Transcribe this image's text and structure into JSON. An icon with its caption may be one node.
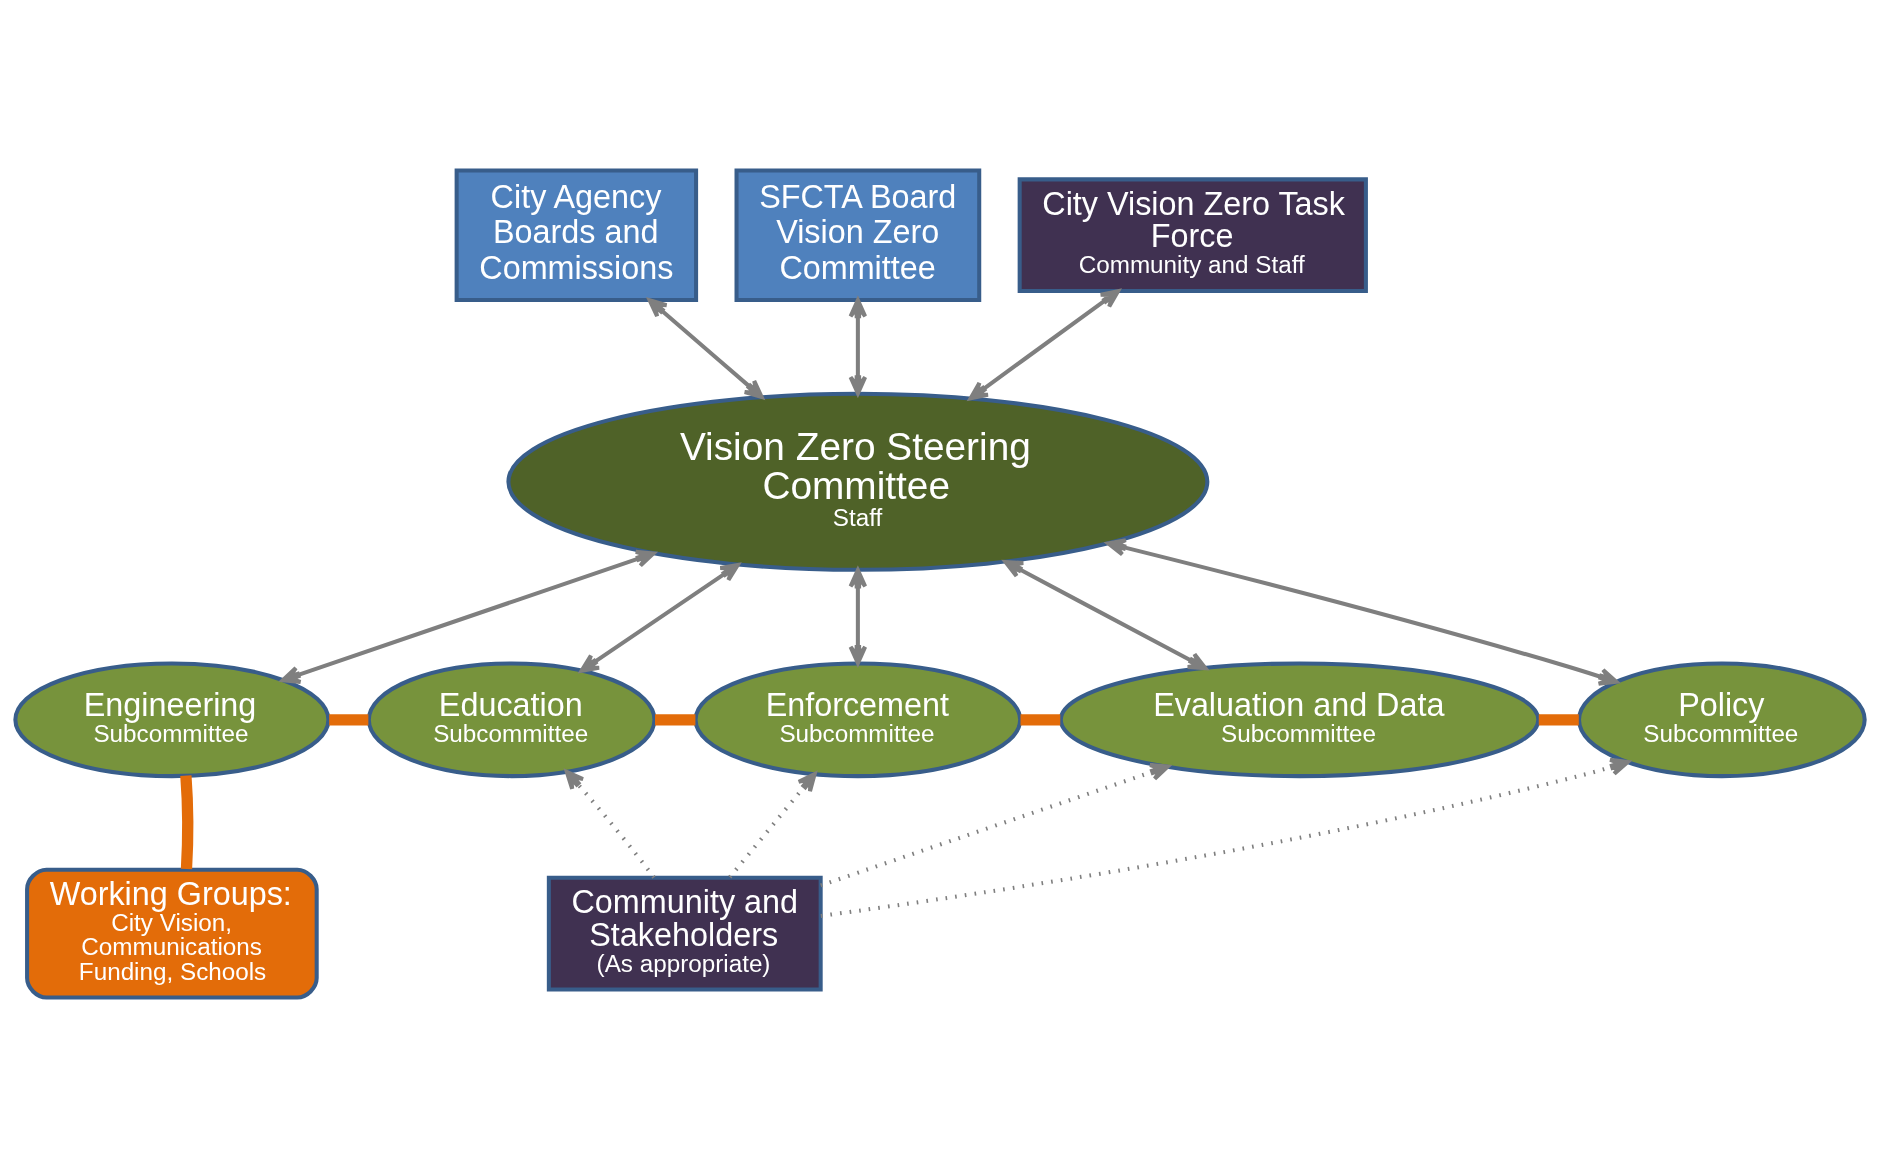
{
  "diagram": {
    "nodes": [
      {
        "text": [
          "City Agency Boards and Commissions"
        ]
      },
      {
        "text": [
          "SFCTA Board Vision Zero Committee"
        ]
      },
      {
        "text": [
          "City Vision Zero Task Force",
          "Community and Staff"
        ]
      },
      {
        "text": [
          "Vision Zero Steering Committee",
          "Staff"
        ]
      },
      {
        "text": [
          "Engineering",
          "Subcommittee"
        ]
      },
      {
        "text": [
          "Education",
          "Subcommittee"
        ]
      },
      {
        "text": [
          "Enforcement",
          "Subcommittee"
        ]
      },
      {
        "text": [
          "Evaluation and Data",
          "Subcommittee"
        ]
      },
      {
        "text": [
          "Policy",
          "Subcommittee"
        ]
      },
      {
        "text": [
          "Working Groups:",
          "City Vision, Communications Funding, Schools"
        ]
      },
      {
        "text": [
          "Community and Stakeholders",
          "(As appropriate)"
        ]
      }
    ],
    "edges": [
      {
        "from": 0,
        "to": 3,
        "arrow": "both"
      },
      {
        "from": 1,
        "to": 3,
        "arrow": "both"
      },
      {
        "from": 2,
        "to": 3,
        "arrow": "both"
      },
      {
        "from": 3,
        "to": 4,
        "arrow": "both"
      },
      {
        "from": 3,
        "to": 5,
        "arrow": "both"
      },
      {
        "from": 3,
        "to": 6,
        "arrow": "both"
      },
      {
        "from": 3,
        "to": 7,
        "arrow": "both"
      },
      {
        "from": 3,
        "to": 8,
        "arrow": "both"
      },
      {
        "from": 4,
        "to": 5,
        "arrow": "none",
        "style": "thick",
        "color": "#e36c09"
      },
      {
        "from": 5,
        "to": 6,
        "arrow": "none",
        "style": "thick",
        "color": "#e36c09"
      },
      {
        "from": 6,
        "to": 7,
        "arrow": "none",
        "style": "thick",
        "color": "#e36c09"
      },
      {
        "from": 7,
        "to": 8,
        "arrow": "none",
        "style": "thick",
        "color": "#e36c09"
      },
      {
        "from": 4,
        "to": 9,
        "arrow": "none",
        "style": "thick",
        "color": "#e36c09"
      },
      {
        "from": 10,
        "to": 5,
        "arrow": "to",
        "style": "dashed"
      },
      {
        "from": 10,
        "to": 6,
        "arrow": "to",
        "style": "dashed"
      },
      {
        "from": 10,
        "to": 7,
        "arrow": "to",
        "style": "dashed"
      },
      {
        "from": 10,
        "to": 8,
        "arrow": "to",
        "style": "dashed"
      }
    ]
  }
}
